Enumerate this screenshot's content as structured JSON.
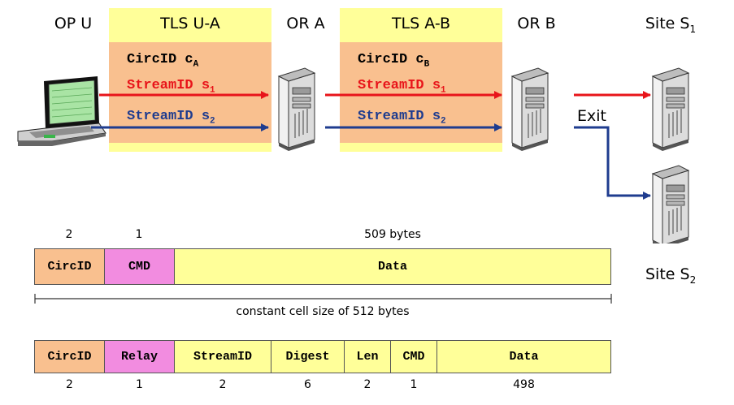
{
  "headers": {
    "op_u": "OP U",
    "tls_ua": "TLS U-A",
    "or_a": "OR A",
    "tls_ab": "TLS A-B",
    "or_b": "OR B",
    "site_s1": "Site S",
    "site_s1_sub": "1",
    "site_s2": "Site S",
    "site_s2_sub": "2"
  },
  "tls_ua": {
    "circ": "CircID c",
    "circ_sub": "A",
    "stream1": "StreamID s",
    "stream1_sub": "1",
    "stream2": "StreamID s",
    "stream2_sub": "2"
  },
  "tls_ab": {
    "circ": "CircID c",
    "circ_sub": "B",
    "stream1": "StreamID s",
    "stream1_sub": "1",
    "stream2": "StreamID s",
    "stream2_sub": "2"
  },
  "exit_label": "Exit",
  "colors": {
    "red_stream": "#e8141a",
    "blue_stream": "#1f3c8f",
    "tls_band": "#ffff99",
    "tls_inner": "#f9c08f",
    "cmd_pink": "#f28ce0"
  },
  "cell1": {
    "sizes": [
      "2",
      "1",
      "509 bytes"
    ],
    "fields": [
      "CircID",
      "CMD",
      "Data"
    ]
  },
  "constant_label": "constant cell size of 512 bytes",
  "cell2": {
    "fields": [
      "CircID",
      "Relay",
      "StreamID",
      "Digest",
      "Len",
      "CMD",
      "Data"
    ],
    "sizes": [
      "2",
      "1",
      "2",
      "6",
      "2",
      "1",
      "498"
    ]
  },
  "icons": [
    "laptop-icon",
    "server-icon"
  ]
}
